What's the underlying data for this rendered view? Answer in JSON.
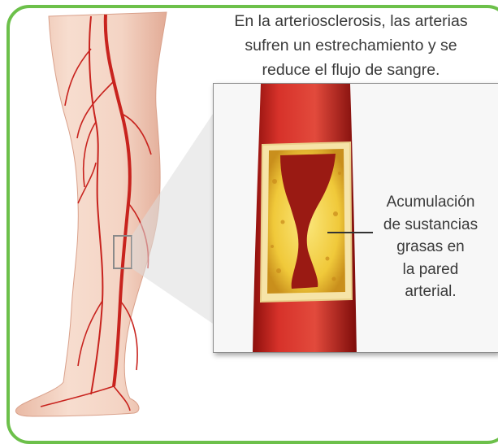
{
  "caption": {
    "lines": [
      "En la arteriosclerosis, las arterias",
      "sufren un estrechamiento y se",
      "reduce el flujo de sangre."
    ]
  },
  "callout": {
    "lines": [
      "Acumulación",
      "de sustancias",
      "grasas en",
      "la pared",
      "arterial."
    ]
  },
  "colors": {
    "frame_border": "#6cc04a",
    "artery_red": "#c8231e",
    "skin": "#f3d2c0",
    "plaque_yellow": "#f4d548",
    "text": "#3a3a3a"
  }
}
